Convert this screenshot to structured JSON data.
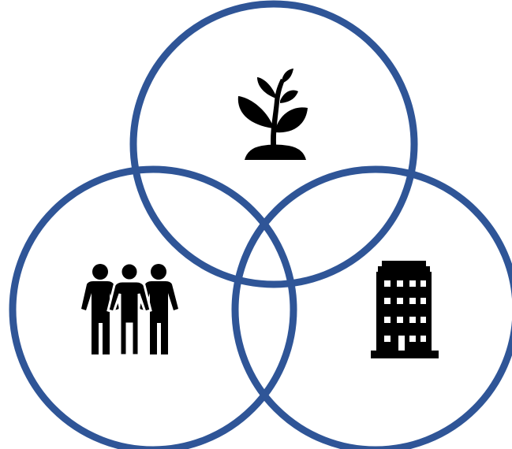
{
  "diagram": {
    "type": "venn",
    "ring_color": "#2f5597",
    "icon_color": "#000000",
    "background": "#ffffff",
    "sets": [
      {
        "id": "environment",
        "icon": "plant-sprout-icon"
      },
      {
        "id": "people",
        "icon": "group-of-people-icon"
      },
      {
        "id": "business",
        "icon": "office-building-icon"
      }
    ]
  }
}
